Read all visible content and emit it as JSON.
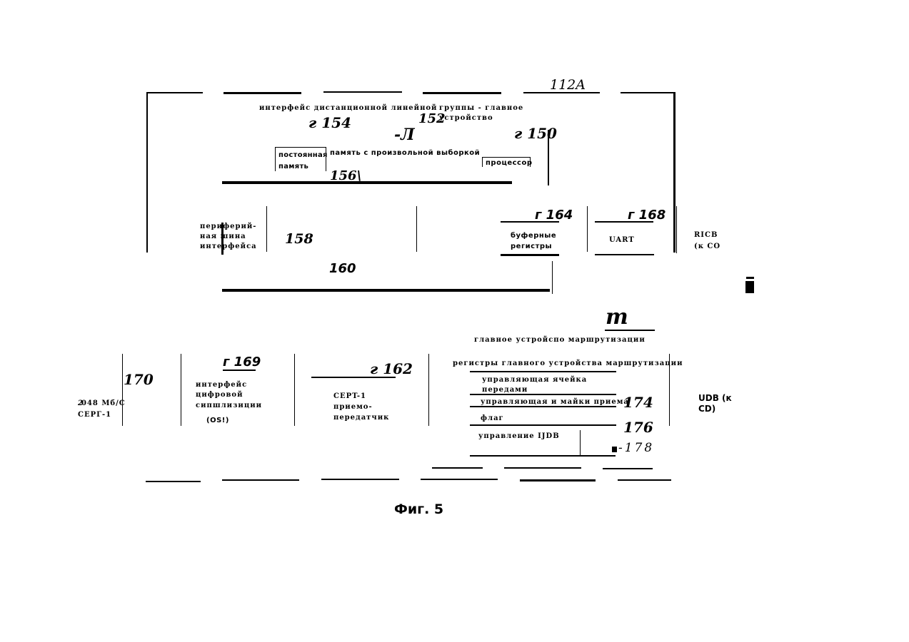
{
  "block_112a": {
    "ref": "112A",
    "top_text": "интерфейс дистанционной линейной",
    "top_text_2": "группы - главное",
    "top_text_3": "устройство",
    "ref_154": "г 154",
    "ref_152": "152",
    "ref_mark": "-Л",
    "ref_150": "г 150",
    "rom_line1": "постоянная",
    "rom_line2": "память",
    "ram_label": "память с произвольной выборкой",
    "cpu_label": "процессор",
    "ref_156": "156\\"
  },
  "middle": {
    "periph_line1": "периферий-",
    "periph_line2": "ная шина",
    "periph_line3": "интерфейса",
    "ref_158": "158",
    "ref_164": "г 164",
    "buffer_line1": "буферные",
    "buffer_line2": "регистры",
    "ref_168": "г 168",
    "uart_label": "UART",
    "ricb_line1": "RICB",
    "ricb_line2": "(к СО",
    "ref_160": "160"
  },
  "routing": {
    "ref_m": "m",
    "title": "главное устройспо маршрутизации",
    "registers_label": "регистры главного устройства маршрутизации",
    "cell_line1": "управляющая ячейка",
    "cell_line2": "передами",
    "receive_label": "управляющая и майки приема",
    "ref_174": "174",
    "flag_label": "флаг",
    "ref_176": "176",
    "udb_control": "управление IJDB",
    "ref_178": "-178",
    "udb_line1": "UDB (к",
    "udb_line2": "CD)"
  },
  "bottom": {
    "ref_170": "170",
    "speed_line1": "2",
    "speed_line1b": " 048 Мб/С",
    "speed_line2": "СЕРГ-1",
    "ref_169": "г 169",
    "digital_line1": "интерфейс",
    "digital_line2": "цифровой",
    "digital_line3": "сипшлизиции",
    "digital_line4": "(OS!)",
    "ref_162": "г 162",
    "cept_line1": "CEPT-1",
    "cept_line2": "приемо-",
    "cept_line3": "передатчик"
  },
  "caption": "Фиг. 5"
}
